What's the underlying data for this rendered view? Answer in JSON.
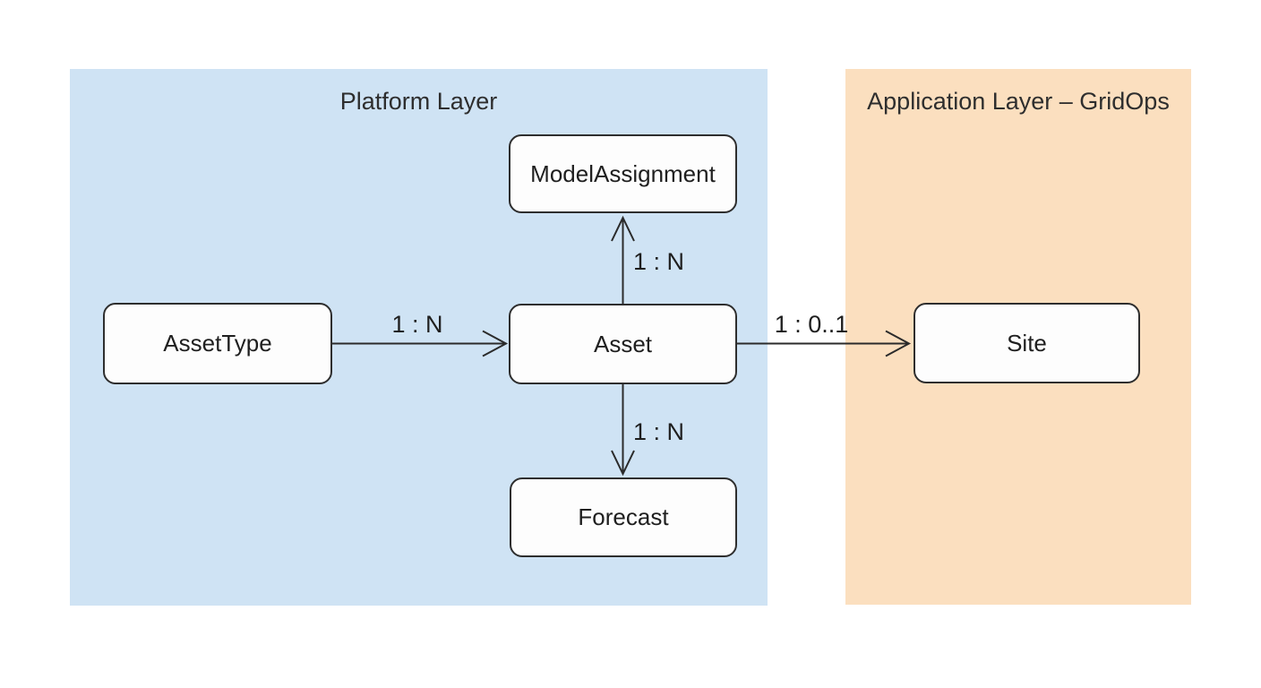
{
  "diagram": {
    "panels": [
      {
        "id": "platform",
        "label": "Platform Layer"
      },
      {
        "id": "gridops",
        "label": "Application Layer – GridOps"
      }
    ],
    "entities": [
      {
        "id": "model_assignment",
        "label": "ModelAssignment",
        "layer": "Platform Layer"
      },
      {
        "id": "asset_type",
        "label": "AssetType",
        "layer": "Platform Layer"
      },
      {
        "id": "asset",
        "label": "Asset",
        "layer": "Platform Layer"
      },
      {
        "id": "forecast",
        "label": "Forecast",
        "layer": "Platform Layer"
      },
      {
        "id": "site",
        "label": "Site",
        "layer": "Application Layer – GridOps"
      }
    ],
    "relationships": [
      {
        "from": "AssetType",
        "to": "Asset",
        "cardinality": "1 : N"
      },
      {
        "from": "Asset",
        "to": "ModelAssignment",
        "cardinality": "1 : N"
      },
      {
        "from": "Asset",
        "to": "Forecast",
        "cardinality": "1 : N"
      },
      {
        "from": "Asset",
        "to": "Site",
        "cardinality": "1 : 0..1"
      }
    ],
    "colors": {
      "background": "#ffffff",
      "platform_fill": "#cfe3f4",
      "gridops_fill": "#fbdfbf",
      "box_fill": "#fdfdfd",
      "box_border": "#2e2e2e",
      "line": "#2b2b2b",
      "text": "#1f1f1f",
      "title": "#2e2e2e"
    }
  }
}
